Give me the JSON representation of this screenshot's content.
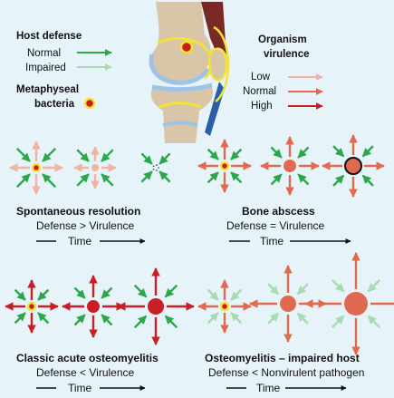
{
  "legend": {
    "host_defense_title": "Host defense",
    "normal": "Normal",
    "impaired": "Impaired",
    "bacteria_title_1": "Metaphyseal",
    "bacteria_title_2": "bacteria"
  },
  "virulence": {
    "title_1": "Organism",
    "title_2": "virulence",
    "low": "Low",
    "normal": "Normal",
    "high": "High"
  },
  "panels": {
    "spontaneous": {
      "title": "Spontaneous resolution",
      "relation": "Defense > Virulence",
      "time": "Time"
    },
    "abscess": {
      "title": "Bone abscess",
      "relation": "Defense = Virulence",
      "time": "Time"
    },
    "classic": {
      "title": "Classic acute osteomyelitis",
      "relation": "Defense < Virulence",
      "time": "Time"
    },
    "impaired": {
      "title": "Osteomyelitis – impaired host",
      "relation": "Defense < Nonvirulent pathogen",
      "time": "Time"
    }
  },
  "colors": {
    "background": "#e6f3f8",
    "defense_normal": "#2aa84a",
    "defense_impaired": "#a6dcb0",
    "virulence_low": "#f3b3a3",
    "virulence_normal": "#e06a4f",
    "virulence_high": "#c81e24",
    "bacteria": "#cc1b1b",
    "bone_yellow": "#f2e23c",
    "joint_blue": "#9fc3e6",
    "bone_tan": "#d9c5a7"
  }
}
